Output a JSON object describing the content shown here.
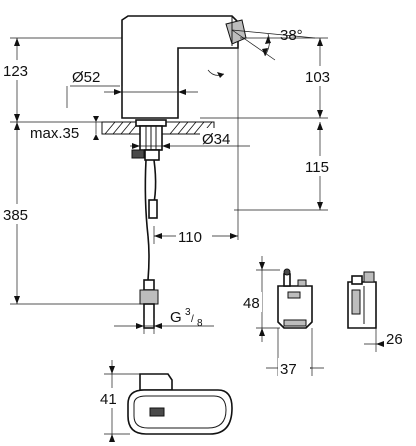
{
  "dimensions": {
    "height_upper": "123",
    "height_total": "385",
    "angle": "38°",
    "spout_height": "103",
    "spout_diameter": "Ø52",
    "max_thickness": "max.35",
    "hole_diameter": "Ø34",
    "hose_length": "115",
    "reach": "110",
    "thread_prefix": "G",
    "thread_num": "3",
    "thread_den": "8",
    "box_height": "48",
    "box_width": "37",
    "box_depth": "26",
    "spout_top_height": "41"
  }
}
